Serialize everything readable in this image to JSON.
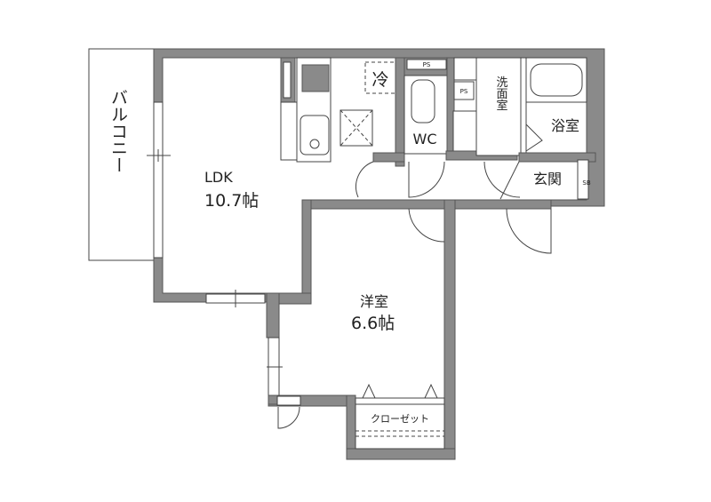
{
  "plan": {
    "balcony": {
      "label": "バルコニー"
    },
    "ldk": {
      "name": "LDK",
      "size": "10.7帖"
    },
    "western_room": {
      "name": "洋室",
      "size": "6.6帖"
    },
    "closet": {
      "label": "クローゼット"
    },
    "wc": {
      "label": "WC"
    },
    "washroom": {
      "label": "洗面室"
    },
    "bathroom": {
      "label": "浴室"
    },
    "entrance": {
      "label": "玄関"
    },
    "shoebox": {
      "label": "SB"
    },
    "fridge": {
      "label": "冷"
    },
    "ps": {
      "label": "PS"
    }
  },
  "colors": {
    "wall": "#8a8a8a",
    "outline": "#444444",
    "background": "#ffffff"
  }
}
